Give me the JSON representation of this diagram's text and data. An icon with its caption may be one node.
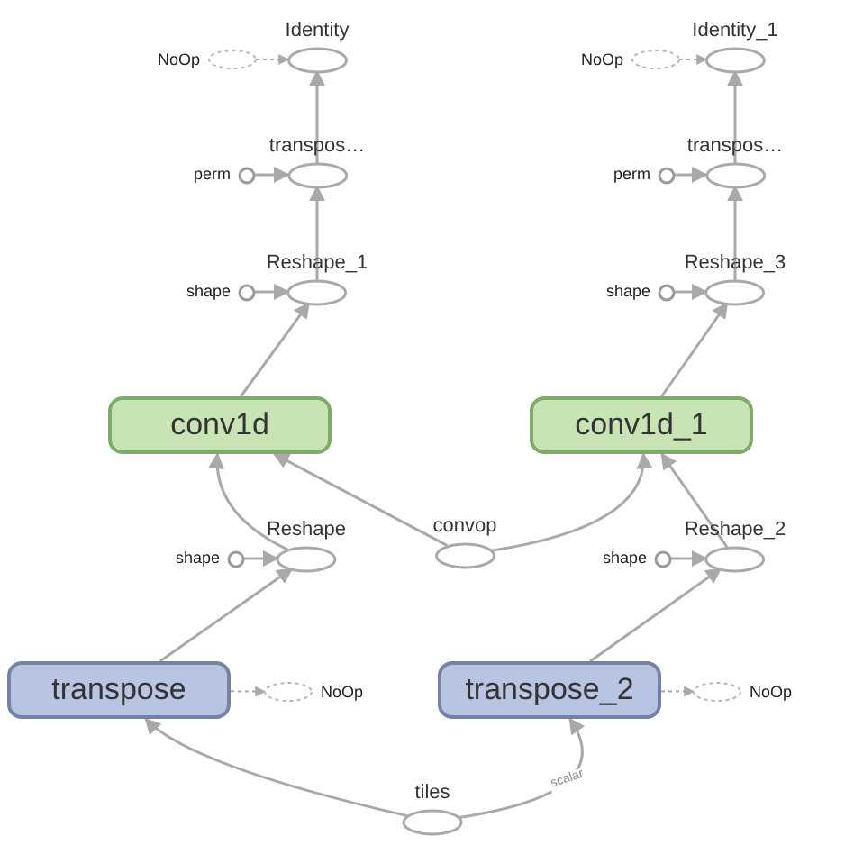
{
  "diagram": {
    "nodes": [
      {
        "text": [
          "Identity"
        ]
      },
      {
        "text": [
          "NoOp"
        ]
      },
      {
        "text": [
          "transpos…"
        ]
      },
      {
        "text": [
          "perm"
        ]
      },
      {
        "text": [
          "Reshape_1"
        ]
      },
      {
        "text": [
          "shape"
        ]
      },
      {
        "text": [
          "conv1d"
        ]
      },
      {
        "text": [
          "Reshape"
        ]
      },
      {
        "text": [
          "shape"
        ]
      },
      {
        "text": [
          "convop"
        ]
      },
      {
        "text": [
          "transpose"
        ]
      },
      {
        "text": [
          "NoOp"
        ]
      },
      {
        "text": [
          "tiles"
        ]
      },
      {
        "text": [
          "Identity_1"
        ]
      },
      {
        "text": [
          "NoOp"
        ]
      },
      {
        "text": [
          "transpos…"
        ]
      },
      {
        "text": [
          "perm"
        ]
      },
      {
        "text": [
          "Reshape_3"
        ]
      },
      {
        "text": [
          "shape"
        ]
      },
      {
        "text": [
          "conv1d_1"
        ]
      },
      {
        "text": [
          "Reshape_2"
        ]
      },
      {
        "text": [
          "shape"
        ]
      },
      {
        "text": [
          "transpose_2"
        ]
      },
      {
        "text": [
          "NoOp"
        ]
      }
    ],
    "edges": [
      {
        "from": 12,
        "to": 10,
        "arrow": "to"
      },
      {
        "from": 12,
        "to": 22,
        "arrow": "to",
        "label": "scalar"
      },
      {
        "from": 10,
        "to": 11,
        "arrow": "to",
        "style": "dashed"
      },
      {
        "from": 22,
        "to": 23,
        "arrow": "to",
        "style": "dashed"
      },
      {
        "from": 10,
        "to": 7,
        "arrow": "to"
      },
      {
        "from": 8,
        "to": 7,
        "arrow": "to"
      },
      {
        "from": 7,
        "to": 6,
        "arrow": "to"
      },
      {
        "from": 9,
        "to": 6,
        "arrow": "to"
      },
      {
        "from": 9,
        "to": 19,
        "arrow": "to"
      },
      {
        "from": 22,
        "to": 20,
        "arrow": "to"
      },
      {
        "from": 21,
        "to": 20,
        "arrow": "to"
      },
      {
        "from": 20,
        "to": 19,
        "arrow": "to"
      },
      {
        "from": 6,
        "to": 4,
        "arrow": "to"
      },
      {
        "from": 5,
        "to": 4,
        "arrow": "to"
      },
      {
        "from": 4,
        "to": 2,
        "arrow": "to"
      },
      {
        "from": 3,
        "to": 2,
        "arrow": "to"
      },
      {
        "from": 2,
        "to": 0,
        "arrow": "to"
      },
      {
        "from": 1,
        "to": 0,
        "arrow": "to",
        "style": "dashed"
      },
      {
        "from": 19,
        "to": 17,
        "arrow": "to"
      },
      {
        "from": 18,
        "to": 17,
        "arrow": "to"
      },
      {
        "from": 17,
        "to": 15,
        "arrow": "to"
      },
      {
        "from": 16,
        "to": 15,
        "arrow": "to"
      },
      {
        "from": 15,
        "to": 13,
        "arrow": "to"
      },
      {
        "from": 14,
        "to": 13,
        "arrow": "to",
        "style": "dashed"
      }
    ]
  }
}
